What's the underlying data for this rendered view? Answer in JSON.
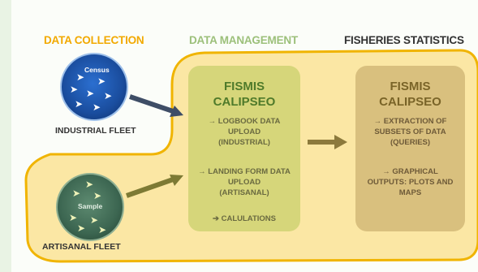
{
  "headers": {
    "data_collection": "DATA COLLECTION",
    "data_management": "DATA MANAGEMENT",
    "fisheries_statistics": "FISHERIES STATISTICS"
  },
  "colors": {
    "data_collection": "#f2a900",
    "data_management": "#9cc07a",
    "fisheries_statistics": "#333333",
    "highlight_fill": "#fbe7a4",
    "highlight_stroke": "#f0b400",
    "management_box": "#d6d67a",
    "statistics_box": "#d9c07e"
  },
  "industrial": {
    "circle_label": "Census",
    "fleet_label": "INDUSTRIAL FLEET"
  },
  "artisanal": {
    "circle_label": "Sample",
    "fleet_label": "ARTISANAL FLEET"
  },
  "management_box": {
    "title_line1": "FISMIS",
    "title_line2": "CALIPSEO",
    "logbook": [
      "→ LOGBOOK DATA",
      "UPLOAD",
      "(INDUSTRIAL)"
    ],
    "landing": [
      "→ LANDING FORM DATA",
      "UPLOAD",
      "(ARTISANAL)"
    ],
    "calculations": "➔ CALULATIONS"
  },
  "statistics_box": {
    "title_line1": "FISMIS",
    "title_line2": "CALIPSEO",
    "extraction": [
      "→ EXTRACTION OF",
      "SUBSETS OF DATA",
      "(QUERIES)"
    ],
    "outputs": [
      "→ GRAPHICAL",
      "OUTPUTS: PLOTS AND",
      "MAPS"
    ]
  },
  "icons": {
    "fish": "fish-icon",
    "arrow": "arrow-right-icon"
  }
}
